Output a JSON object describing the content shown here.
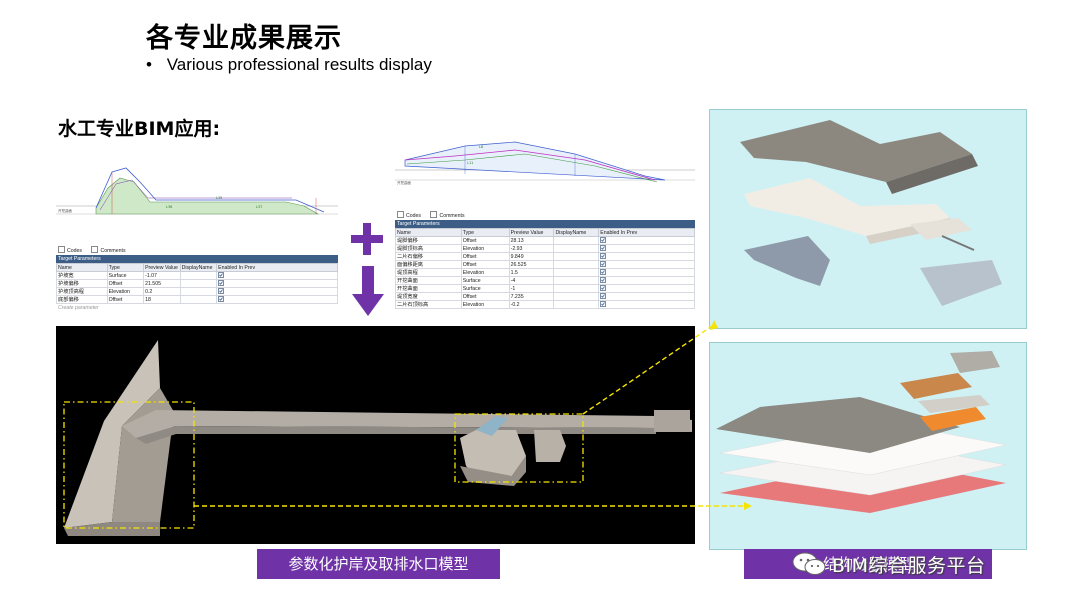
{
  "slide": {
    "title": "各专业成果展示",
    "subtitle": "Various professional results display",
    "section_heading": "水工专业BIM应用:",
    "bullet": "•"
  },
  "param_panel_left": {
    "options": [
      "Codes",
      "Comments"
    ],
    "header": "Target Parameters",
    "columns": [
      "Name",
      "Type",
      "Preview Value",
      "DisplayName",
      "Enabled In Prev"
    ],
    "rows": [
      [
        "护坡宽",
        "Surface",
        "-1.07",
        "",
        true
      ],
      [
        "护坡偏移",
        "Offset",
        "21.505",
        "",
        true
      ],
      [
        "护坡顶高程",
        "Elevation",
        "0.2",
        "",
        true
      ],
      [
        "底部偏移",
        "Offset",
        "18",
        "",
        true
      ]
    ],
    "footer": "Create parameter"
  },
  "param_panel_right": {
    "options": [
      "Codes",
      "Comments"
    ],
    "header": "Target Parameters",
    "columns": [
      "Name",
      "Type",
      "Preview Value",
      "DisplayName",
      "Enabled In Prev"
    ],
    "rows": [
      [
        "堤脚偏移",
        "Offset",
        "28.13",
        "",
        true
      ],
      [
        "堤脚顶标高",
        "Elevation",
        "-2.93",
        "",
        true
      ],
      [
        "二片石偏移",
        "Offset",
        "9.849",
        "",
        true
      ],
      [
        "面偏移距离",
        "Offset",
        "26.525",
        "",
        true
      ],
      [
        "堤顶高程",
        "Elevation",
        "1.5",
        "",
        true
      ],
      [
        "开挖曲面",
        "Surface",
        "-4",
        "",
        true
      ],
      [
        "开挖曲面",
        "Surface",
        "-1",
        "",
        true
      ],
      [
        "堤顶宽度",
        "Offset",
        "7.235",
        "",
        true
      ],
      [
        "二片石顶标高",
        "Elevation",
        "-0.2",
        "",
        true
      ]
    ]
  },
  "captions": {
    "left": "参数化护岸及取排水口模型",
    "right": "结构分层模型"
  },
  "watermark": {
    "text": "BIM综合服务平台",
    "icon": "wechat-icon"
  },
  "colors": {
    "caption_bg": "#6f32a7",
    "arrow": "#6f32a7",
    "highlight_dash": "#f5e400",
    "panel_header": "#3b5d86",
    "view_bg_right": "#cff1f4"
  },
  "icons": {
    "plus": "plus-icon",
    "down_arrow": "arrow-down-icon"
  }
}
